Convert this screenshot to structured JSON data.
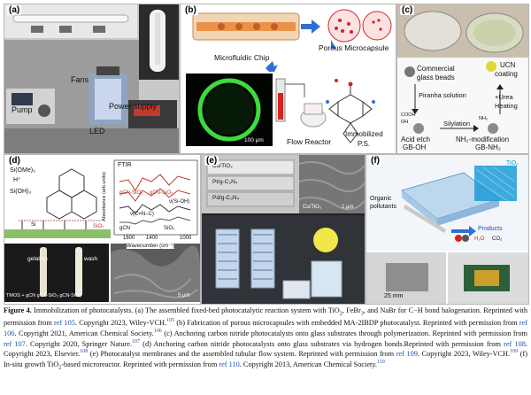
{
  "panels": {
    "a": {
      "label": "(a)",
      "labels": {
        "fans": "Fans",
        "pump": "Pump",
        "led": "LED",
        "power": "Power supply"
      }
    },
    "b": {
      "label": "(b)",
      "labels": {
        "chip": "Microfluidic Chip",
        "capsule": "Porous Microcapsule",
        "scale": "100 μm",
        "reactor": "Flow Reactor",
        "immobilized": "Immobilized",
        "ps": "P.S."
      }
    },
    "c": {
      "label": "(c)",
      "labels": {
        "beads1": "Commercial",
        "beads2": "glass beads",
        "ucn1": "UCN",
        "ucn2": "coating",
        "piranha": "Piranha solution",
        "urea1": "+Urea",
        "urea2": "Heating",
        "acid1": "Acid etch",
        "acid2": "GB-OH",
        "silylation": "Silylation",
        "nh1": "NH₂-modification",
        "nh2": "GB-NH₂",
        "cooh": "COOH",
        "oh": "OH",
        "nh2label": "NH₂"
      }
    },
    "d": {
      "label": "(d)",
      "labels": {
        "si1": "Si(OMe)₃",
        "h": "H⁺",
        "si2": "Si(OH)₃",
        "sio2": "SiO₂",
        "si": "Si",
        "ftir": "FTIR",
        "peak1": "gCN-SiO₂",
        "peak2": "gCN-SiO₂",
        "peak3": "ν(Si-OH)",
        "peak4": "ν(C=N–C)",
        "gcn": "gCN",
        "sio2b": "SiO₂",
        "ylabel": "Absorbance (arb.units)",
        "xlabel": "Wavenumber (cm⁻¹)",
        "ticks": [
          "1600",
          "1400",
          "1000"
        ],
        "gelation": "gelation",
        "wash": "wash",
        "bottom": "TMOS + gCN  gCN-SiO₂  gCN-SiO₂",
        "scale": "5 μm"
      }
    },
    "e": {
      "label": "(e)",
      "labels": {
        "m1": "Cu/TiO₂",
        "m2": "Pt/g-C₃N₄",
        "m3": "Pd/g-C₃N₄",
        "sem": "Cu/TiO₂",
        "scale": "1 μm"
      }
    },
    "f": {
      "label": "(f)",
      "labels": {
        "tio2": "TiO₂",
        "org1": "Organic",
        "org2": "pollutants",
        "products": "Products",
        "h2o": "H₂O",
        "co2": "CO₂",
        "scale": "25 mm"
      }
    }
  },
  "caption": {
    "figure_label": "Figure 4.",
    "parts": [
      {
        "text": " Immobilization of photocatalysts. (a) The assembled fixed-bed photocatalytic reaction system with TiO",
        "link": false
      },
      {
        "text": "2",
        "link": false,
        "sub": true
      },
      {
        "text": ", FeBr",
        "link": false
      },
      {
        "text": "3",
        "link": false,
        "sub": true
      },
      {
        "text": ", and NaBr for C−H bond halogenation. Reprinted with permission from ",
        "link": false
      },
      {
        "text": "ref 105",
        "link": true
      },
      {
        "text": ". Copyright 2023, Wiley-VCH.",
        "link": false
      },
      {
        "text": "105",
        "link": true,
        "sup": true
      },
      {
        "text": " (b) Fabrication of porous microcapsules with embedded MA-2IBDP photocatalyst. Reprinted with permission from ",
        "link": false
      },
      {
        "text": "ref 106",
        "link": true
      },
      {
        "text": ". Copyright 2021, American Chemical Society.",
        "link": false
      },
      {
        "text": "106",
        "link": true,
        "sup": true
      },
      {
        "text": " (c) Anchoring carbon nitride photocatalysts onto glass substrates through polymerization. Reprinted with permission from ",
        "link": false
      },
      {
        "text": "ref 107",
        "link": true
      },
      {
        "text": ". Copyright 2020, Springer Nature.",
        "link": false
      },
      {
        "text": "107",
        "link": true,
        "sup": true
      },
      {
        "text": " (d) Anchoring carbon nitride photocatalysts onto glass substrates via hydrogen bonds.Reprinted with permission from ",
        "link": false
      },
      {
        "text": "ref 108",
        "link": true
      },
      {
        "text": ". Copyright 2023, Elsevier.",
        "link": false
      },
      {
        "text": "108",
        "link": true,
        "sup": true
      },
      {
        "text": " (e) Photocatalyst membranes and the assembled tubular flow system. Reprinted with permission from ",
        "link": false
      },
      {
        "text": "ref 109",
        "link": true
      },
      {
        "text": ". Copyright 2023, Wiley-VCH.",
        "link": false
      },
      {
        "text": "109",
        "link": true,
        "sup": true
      },
      {
        "text": " (f) In-situ growth TiO",
        "link": false
      },
      {
        "text": "2",
        "link": false,
        "sub": true
      },
      {
        "text": "-based microreactor. Reprinted with permission from ",
        "link": false
      },
      {
        "text": "ref 110",
        "link": true
      },
      {
        "text": ". Copyright 2013, American Chemical Society.",
        "link": false
      },
      {
        "text": "110",
        "link": true,
        "sup": true
      }
    ]
  },
  "colors": {
    "link": "#1d4fa8",
    "fluorescence": "#3cdc3c",
    "red_arrow": "#d8231d",
    "blue_arrow": "#2f6fd6",
    "tio2_blue": "#1e9bd6",
    "chip_orange": "#e8934a"
  }
}
